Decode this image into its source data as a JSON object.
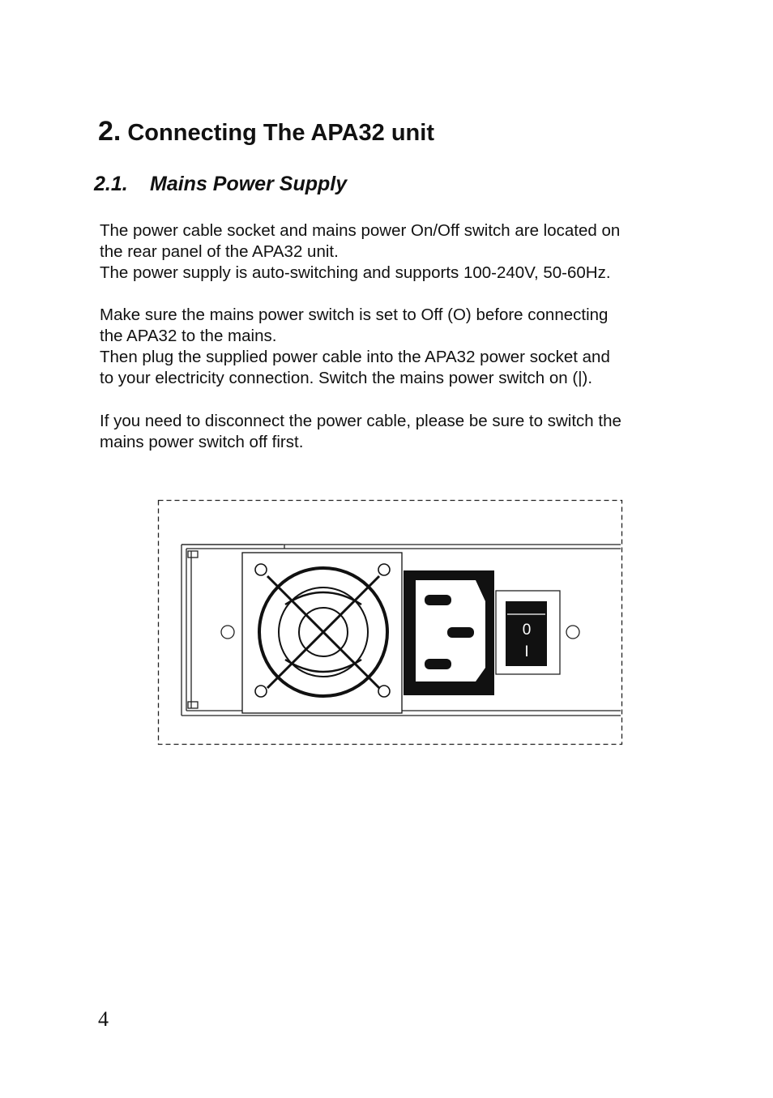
{
  "heading": {
    "number": "2.",
    "title": "Connecting The APA32 unit"
  },
  "subheading": {
    "number": "2.1.",
    "title": "Mains Power Supply"
  },
  "paragraphs": [
    [
      "The power cable socket and mains power On/Off switch are located on",
      "the rear panel of the APA32 unit.",
      "The power supply is auto-switching and supports 100-240V, 50-60Hz."
    ],
    [
      "Make sure the mains power switch is set to Off (O) before connecting",
      "the APA32 to the mains.",
      "Then plug the supplied power cable into the APA32 power socket and",
      "to your electricity connection. Switch the mains power switch on (|)."
    ],
    [
      "If you need to disconnect the power cable, please be sure to switch the",
      "mains power switch off first."
    ]
  ],
  "figure": {
    "switch_off_label": "0",
    "switch_on_label": "I"
  },
  "page_number": "4"
}
